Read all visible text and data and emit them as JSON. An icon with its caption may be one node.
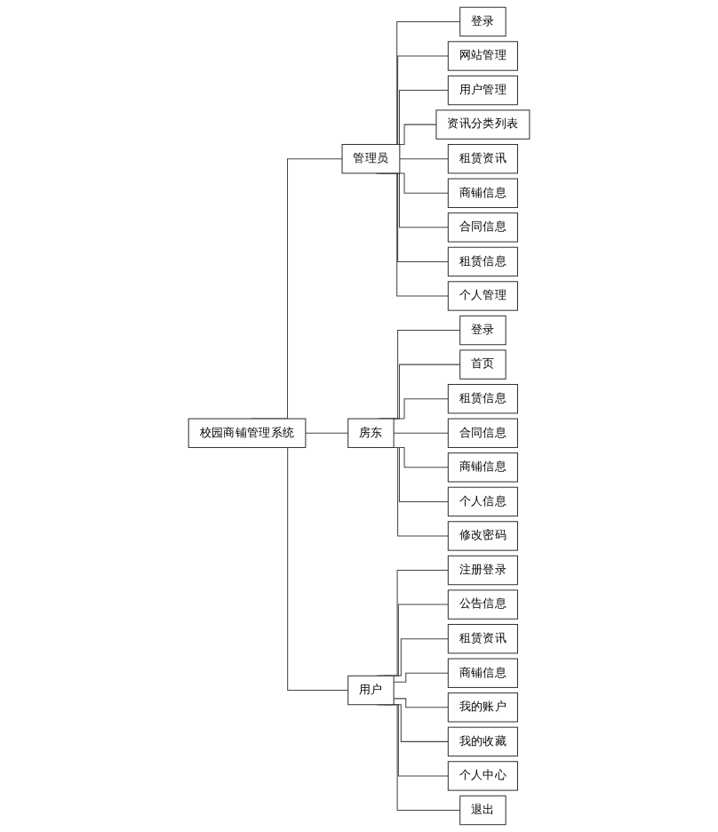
{
  "diagram": {
    "nodes": [
      {
        "text": [
          "校园商铺管理系统"
        ]
      },
      {
        "text": [
          "管理员"
        ]
      },
      {
        "text": [
          "房东"
        ]
      },
      {
        "text": [
          "用户"
        ]
      },
      {
        "text": [
          "登录"
        ]
      },
      {
        "text": [
          "网站管理"
        ]
      },
      {
        "text": [
          "用户管理"
        ]
      },
      {
        "text": [
          "资讯分类列表"
        ]
      },
      {
        "text": [
          "租赁资讯"
        ]
      },
      {
        "text": [
          "商铺信息"
        ]
      },
      {
        "text": [
          "合同信息"
        ]
      },
      {
        "text": [
          "租赁信息"
        ]
      },
      {
        "text": [
          "个人管理"
        ]
      },
      {
        "text": [
          "登录"
        ]
      },
      {
        "text": [
          "首页"
        ]
      },
      {
        "text": [
          "租赁信息"
        ]
      },
      {
        "text": [
          "合同信息"
        ]
      },
      {
        "text": [
          "商铺信息"
        ]
      },
      {
        "text": [
          "个人信息"
        ]
      },
      {
        "text": [
          "修改密码"
        ]
      },
      {
        "text": [
          "注册登录"
        ]
      },
      {
        "text": [
          "公告信息"
        ]
      },
      {
        "text": [
          "租赁资讯"
        ]
      },
      {
        "text": [
          "商铺信息"
        ]
      },
      {
        "text": [
          "我的账户"
        ]
      },
      {
        "text": [
          "我的收藏"
        ]
      },
      {
        "text": [
          "个人中心"
        ]
      },
      {
        "text": [
          "退出"
        ]
      }
    ],
    "edges": [
      {
        "from": 0,
        "to": 1,
        "arrow": "none"
      },
      {
        "from": 0,
        "to": 2,
        "arrow": "none"
      },
      {
        "from": 0,
        "to": 3,
        "arrow": "none"
      },
      {
        "from": 1,
        "to": 4,
        "arrow": "none"
      },
      {
        "from": 1,
        "to": 5,
        "arrow": "none"
      },
      {
        "from": 1,
        "to": 6,
        "arrow": "none"
      },
      {
        "from": 1,
        "to": 7,
        "arrow": "none"
      },
      {
        "from": 1,
        "to": 8,
        "arrow": "none"
      },
      {
        "from": 1,
        "to": 9,
        "arrow": "none"
      },
      {
        "from": 1,
        "to": 10,
        "arrow": "none"
      },
      {
        "from": 1,
        "to": 11,
        "arrow": "none"
      },
      {
        "from": 1,
        "to": 12,
        "arrow": "none"
      },
      {
        "from": 2,
        "to": 13,
        "arrow": "none"
      },
      {
        "from": 2,
        "to": 14,
        "arrow": "none"
      },
      {
        "from": 2,
        "to": 15,
        "arrow": "none"
      },
      {
        "from": 2,
        "to": 16,
        "arrow": "none"
      },
      {
        "from": 2,
        "to": 17,
        "arrow": "none"
      },
      {
        "from": 2,
        "to": 18,
        "arrow": "none"
      },
      {
        "from": 2,
        "to": 19,
        "arrow": "none"
      },
      {
        "from": 3,
        "to": 20,
        "arrow": "none"
      },
      {
        "from": 3,
        "to": 21,
        "arrow": "none"
      },
      {
        "from": 3,
        "to": 22,
        "arrow": "none"
      },
      {
        "from": 3,
        "to": 23,
        "arrow": "none"
      },
      {
        "from": 3,
        "to": 24,
        "arrow": "none"
      },
      {
        "from": 3,
        "to": 25,
        "arrow": "none"
      },
      {
        "from": 3,
        "to": 26,
        "arrow": "none"
      },
      {
        "from": 3,
        "to": 27,
        "arrow": "none"
      }
    ]
  }
}
